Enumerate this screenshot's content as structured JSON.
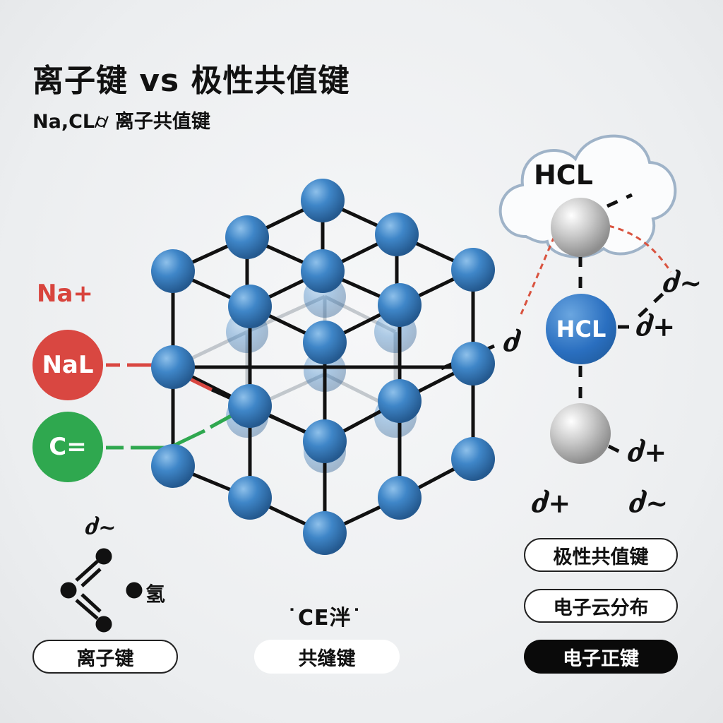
{
  "header": {
    "title": "离子键 vs 极性共值键",
    "subtitle": "Na,CL⌭ 离子共值键"
  },
  "left": {
    "na_label": "Na+",
    "na_ion": "NaL",
    "cl_ion": "C=",
    "small_delta": "ძ~",
    "hydrogen": "氢",
    "pill": "离子键"
  },
  "center": {
    "label": "˙CE泮˙",
    "pill": "共缝键"
  },
  "right": {
    "cloud_label": "HCL",
    "center_atom": "HCL",
    "delta_left": "ძ",
    "delta_top_right": "ძ~",
    "delta_right": "ძ+",
    "delta_bottom_atom": "ძ+",
    "delta_bottom_left": "ძ+",
    "delta_bottom_right": "ძ~",
    "pills": [
      "极性共值键",
      "电子云分布",
      "电子正键"
    ]
  },
  "colors": {
    "atom_blue": "#3f86c8",
    "sodium_red": "#d94741",
    "chlorine_green": "#2fa84f",
    "bond_black": "#111111",
    "gray_atom": "#bdbdbd"
  }
}
